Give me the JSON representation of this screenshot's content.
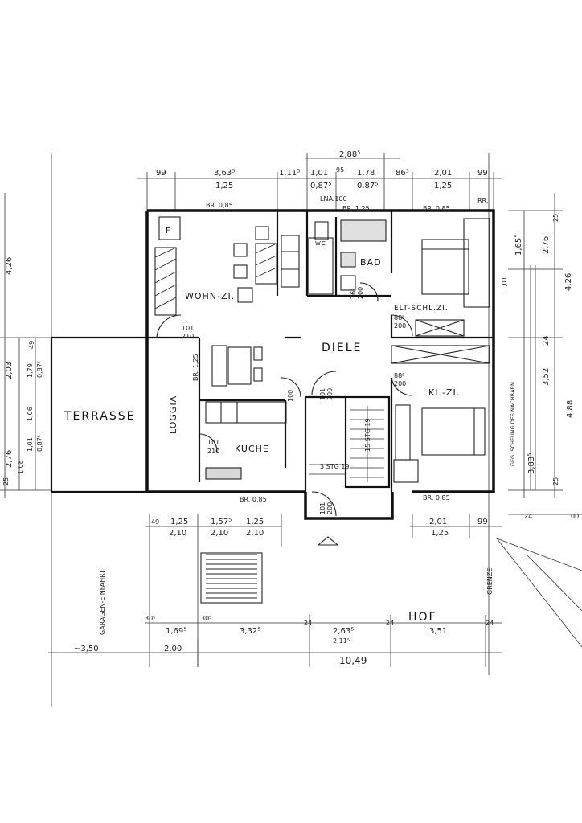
{
  "rooms": {
    "wohnzimmer": "WOHN-ZI.",
    "diele": "DIELE",
    "bad": "BAD",
    "elternschlafzimmer": "ELT-SCHL.ZI.",
    "kinderzimmer": "KI.-ZI.",
    "kueche": "KÜCHE",
    "loggia": "LOGGIA",
    "terrasse": "TERRASSE",
    "wc": "WC",
    "hof": "HOF",
    "garagen_einfahrt": "GARAGEN-EINFAHRT",
    "grenze": "GRENZE",
    "fireplace_mark": "F"
  },
  "top_dimensions": {
    "row1": [
      "99",
      "3,63⁵",
      "1,11⁵",
      "1,01",
      "1,78",
      "86⁵",
      "2,01",
      "99"
    ],
    "row2": [
      "1,25",
      "0,87⁵",
      "0,87⁵",
      "1,25"
    ],
    "top_total": "2,88⁵",
    "small_95": "95"
  },
  "window_labels": {
    "wohn_window": "BR. 0,85",
    "bad_window": "BR. 1,25",
    "eltern_window": "BR. 0,85",
    "rr": "RR.",
    "lna": "LNA.100",
    "loggia_window": "BR. 1,25",
    "kueche_window": "BR. 0,85",
    "ki_window": "BR. 0,85"
  },
  "door_labels": {
    "wohn_door_top": "101",
    "wohn_door_bottom": "210",
    "eltern_door_top": "88⁵",
    "eltern_door_bottom": "200",
    "ki_door_top": "88⁵",
    "ki_door_bottom": "200",
    "kueche_door_top": "101",
    "kueche_door_bottom": "210",
    "bad_door_top": "76⁵",
    "bad_door_bottom": "200",
    "diele_door1": "101",
    "diele_door2": "200",
    "entry_door1": "101",
    "entry_door2": "200",
    "wc_door": "100",
    "stair_steps1": "15 STG 19",
    "stair_steps2": "3 STG 19"
  },
  "right_dimensions": {
    "r1": "25",
    "r2": "1,65⁵",
    "r3": "1,01",
    "r4": "2,76",
    "r5": "4,26",
    "r6": "24",
    "r7": "3,52",
    "r8": "4,88",
    "r9": "3,83⁵",
    "r10": "25",
    "r11": "24",
    "r12": "00",
    "note": "GEG. SCHEUNG DES NACHBARN"
  },
  "left_dimensions": {
    "l1": "4,26",
    "l2": "2,03",
    "l3": "1,79",
    "l4": "0,87⁵",
    "l5": "1,06",
    "l6": "2,76",
    "l7": "1,01",
    "l8": "0,87⁵",
    "l9": "1,08",
    "l10": "25",
    "l11": "49"
  },
  "bottom_dimensions": {
    "row1": [
      "49",
      "1,25",
      "1,57⁵",
      "1,25",
      "2,01",
      "99"
    ],
    "row2": [
      "2,10",
      "2,10",
      "2,10",
      "1,25"
    ],
    "row3": [
      "30⁵",
      "1,69⁵",
      "30⁵",
      "3,32⁵",
      "24",
      "2,63⁵",
      "24",
      "3,51",
      "24"
    ],
    "row3b": "2,11⁵",
    "row4_left": "~3,50",
    "row4_mid": "2,00",
    "total": "10,49"
  }
}
